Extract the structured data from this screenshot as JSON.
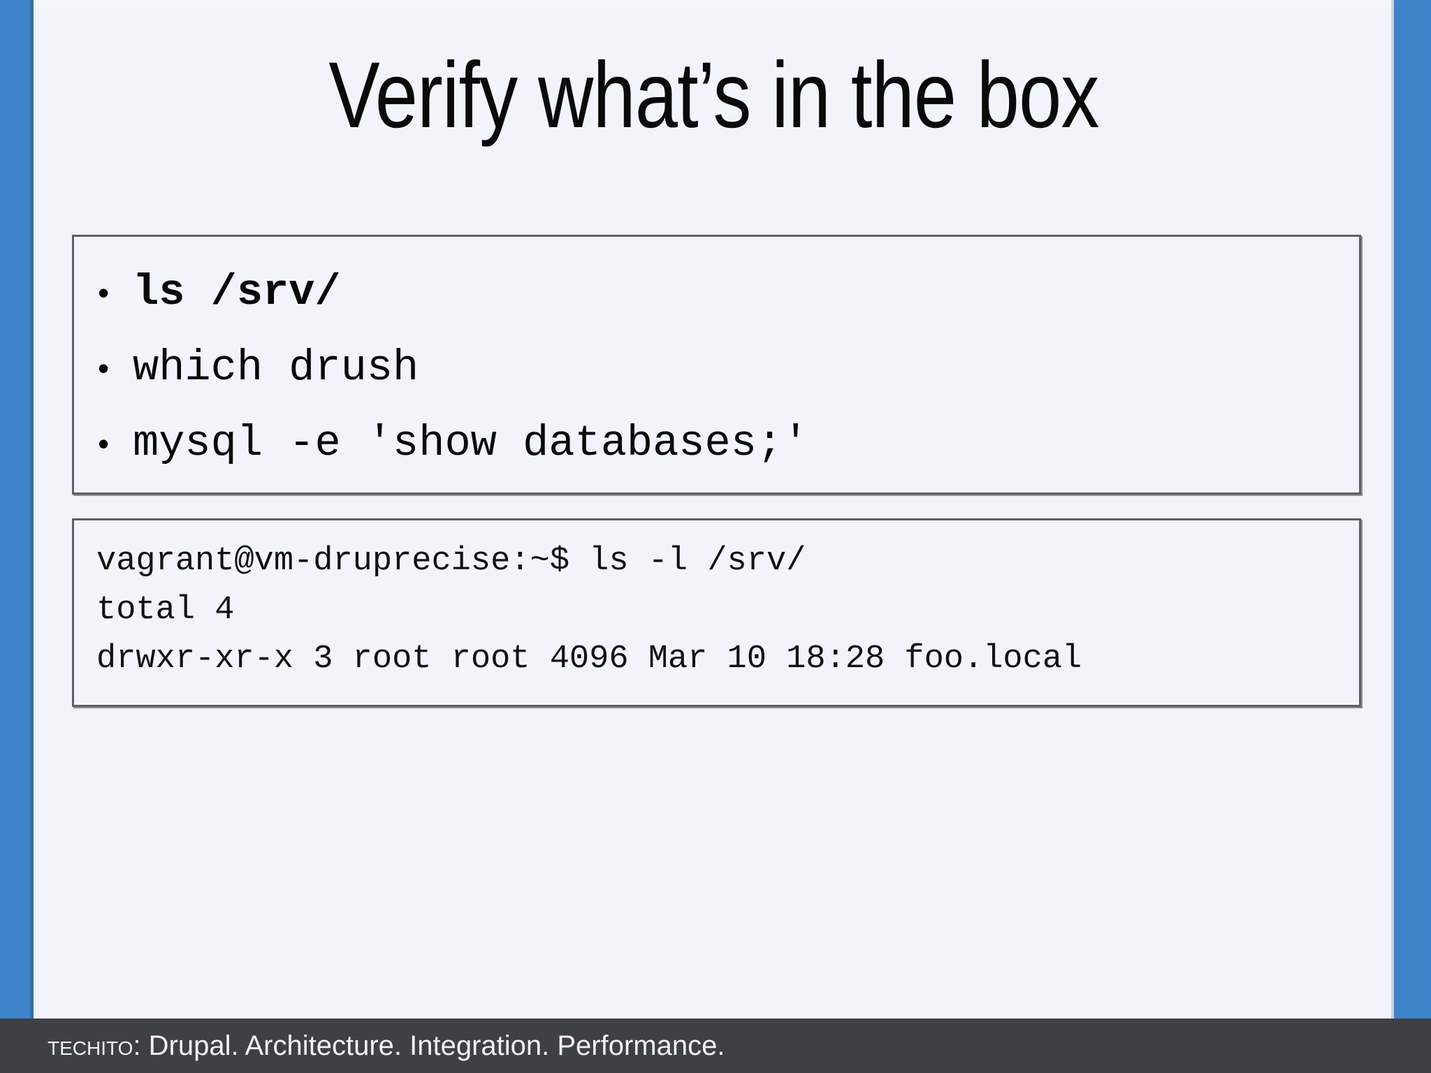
{
  "slide": {
    "title": "Verify what’s in the box",
    "accent_color": "#3F83C9",
    "background_color": "#F2F4FB",
    "panel_border_color": "#5E5E68",
    "footer_background_color": "#3F4045"
  },
  "commands_panel": {
    "bullet_marker": "•",
    "items": [
      {
        "text": "ls /srv/",
        "bold": true
      },
      {
        "text": "which drush",
        "bold": false
      },
      {
        "text": "mysql -e 'show databases;'",
        "bold": false
      }
    ]
  },
  "terminal_panel": {
    "lines": [
      "vagrant@vm-druprecise:~$ ls -l /srv/",
      "total 4",
      "drwxr-xr-x 3 root root 4096 Mar 10 18:28 foo.local"
    ]
  },
  "footer": {
    "brand": "Techito",
    "separator": ": ",
    "tagline": "Drupal. Architecture. Integration. Performance."
  }
}
